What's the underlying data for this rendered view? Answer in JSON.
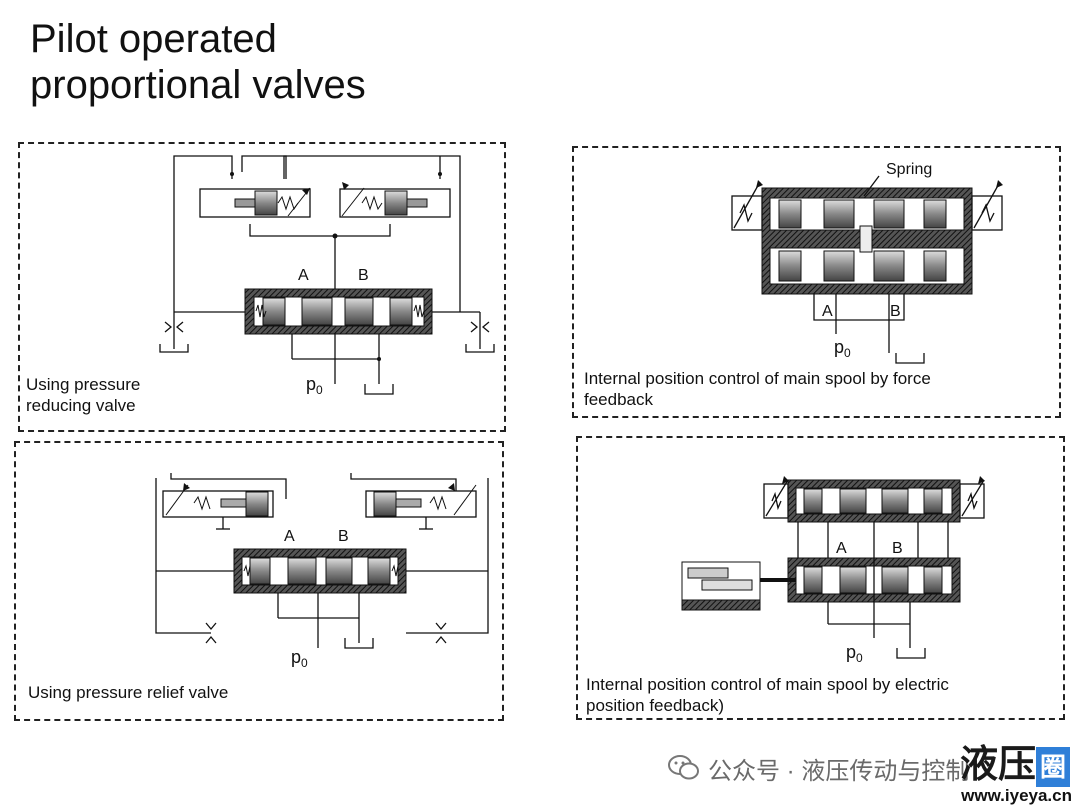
{
  "title": {
    "line1": "Pilot operated",
    "line2": "proportional valves"
  },
  "panels": {
    "reducing": {
      "caption_line1": "Using pressure",
      "caption_line2": "reducing valve",
      "port_a": "A",
      "port_b": "B",
      "p0": "p",
      "p0_sub": "0"
    },
    "relief": {
      "caption": "Using pressure relief valve",
      "port_a": "A",
      "port_b": "B",
      "p0": "p",
      "p0_sub": "0"
    },
    "force": {
      "caption_line1": "Internal position control of main spool by force",
      "caption_line2": "feedback",
      "spring_label": "Spring",
      "port_a": "A",
      "port_b": "B",
      "p0": "p",
      "p0_sub": "0"
    },
    "electric": {
      "caption_line1": "Internal position control of main spool by electric",
      "caption_line2": "position feedback)",
      "port_a": "A",
      "port_b": "B",
      "p0": "p",
      "p0_sub": "0"
    }
  },
  "watermark": {
    "text": "公众号 · 液压传动与控制",
    "brand": "液压",
    "brand_box": "圈",
    "url": "www.iyeya.cn"
  }
}
